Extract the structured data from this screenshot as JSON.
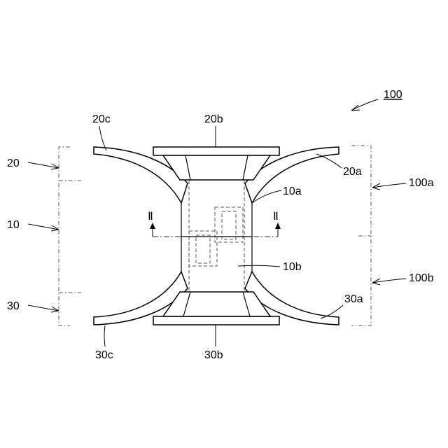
{
  "labels": {
    "ref_100": "100",
    "ref_20c": "20c",
    "ref_20b": "20b",
    "ref_20a": "20a",
    "ref_20": "20",
    "ref_10a": "10a",
    "ref_100a": "100a",
    "ref_10": "10",
    "ref_10b": "10b",
    "ref_100b": "100b",
    "ref_30": "30",
    "ref_30a": "30a",
    "ref_30c": "30c",
    "ref_30b": "30b",
    "section_left": "Ⅱ",
    "section_right": "Ⅱ"
  }
}
